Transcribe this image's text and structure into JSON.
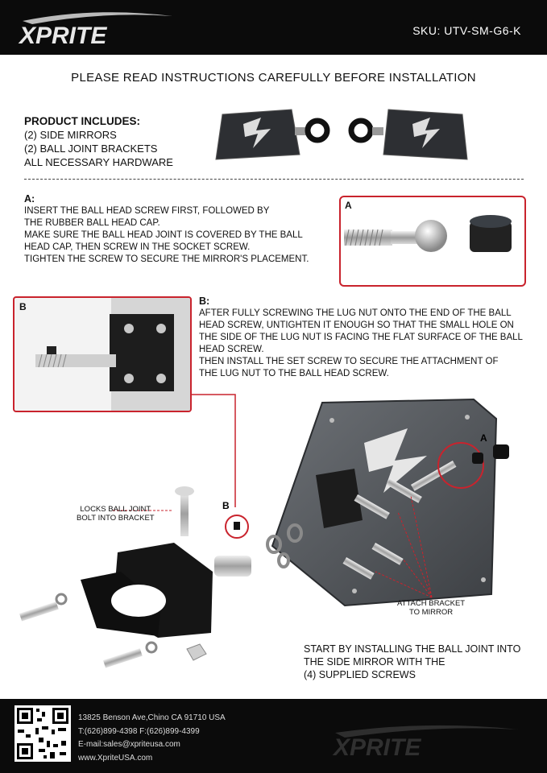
{
  "header": {
    "brand": "XPRITE",
    "sku": "SKU: UTV-SM-G6-K"
  },
  "title": "PLEASE READ INSTRUCTIONS CAREFULLY BEFORE INSTALLATION",
  "includes": {
    "heading": "PRODUCT INCLUDES:",
    "items": [
      "(2) SIDE MIRRORS",
      "(2) BALL JOINT BRACKETS",
      "ALL NECESSARY HARDWARE"
    ]
  },
  "section_a": {
    "label": "A:",
    "lines": [
      "INSERT THE BALL HEAD SCREW FIRST, FOLLOWED BY",
      "THE RUBBER BALL HEAD CAP.",
      "MAKE SURE THE BALL HEAD JOINT IS COVERED BY THE BALL",
      "HEAD CAP, THEN SCREW IN THE SOCKET SCREW.",
      "TIGHTEN THE SCREW TO SECURE THE MIRROR'S PLACEMENT."
    ],
    "box_tag": "A"
  },
  "section_b": {
    "label": "B:",
    "lines": [
      "AFTER FULLY SCREWING THE LUG NUT ONTO THE END OF THE BALL",
      "HEAD SCREW, UNTIGHTEN IT ENOUGH SO THAT THE SMALL HOLE ON",
      "THE SIDE OF THE LUG NUT IS FACING THE FLAT SURFACE OF THE BALL",
      "HEAD SCREW.",
      "THEN INSTALL THE SET SCREW TO SECURE THE ATTACHMENT OF",
      "THE LUG NUT TO THE BALL HEAD SCREW."
    ],
    "box_tag": "B"
  },
  "diagram": {
    "tag_a": "A",
    "tag_b": "B",
    "note_locks": [
      "LOCKS BALL JOINT",
      "BOLT INTO BRACKET"
    ],
    "note_attach": [
      "ATTACH BRACKET",
      "TO MIRROR"
    ],
    "start": [
      "START BY INSTALLING THE BALL JOINT INTO",
      "THE SIDE MIRROR WITH THE",
      "(4) SUPPLIED SCREWS"
    ]
  },
  "footer": {
    "address": "13825 Benson Ave,Chino CA 91710 USA",
    "phone": "T:(626)899-4398 F:(626)899-4399",
    "email": "E-mail:sales@xpriteusa.com",
    "web": "www.XpriteUSA.com",
    "brand": "XPRITE"
  },
  "colors": {
    "accent_red": "#c9232d",
    "header_bg": "#0b0b0b"
  }
}
